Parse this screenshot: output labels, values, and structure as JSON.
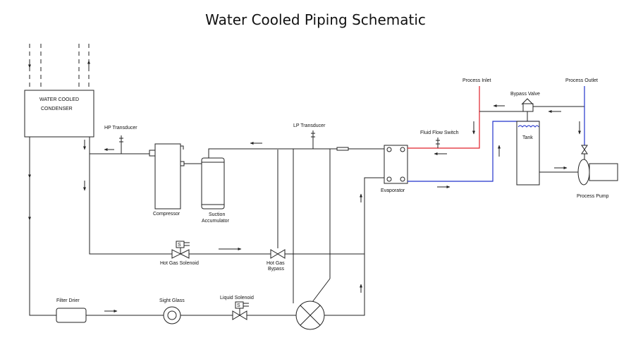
{
  "title": "Water Cooled Piping Schematic",
  "labels": {
    "condenser_line1": "WATER COOLED",
    "condenser_line2": "CONDENSER",
    "hp_transducer": "HP Transducer",
    "lp_transducer": "LP Transducer",
    "compressor": "Compressor",
    "suction_line1": "Suction",
    "suction_line2": "Accumulator",
    "evaporator": "Evaporator",
    "fluid_flow_switch": "Fluid Flow Switch",
    "process_inlet": "Process Inlet",
    "bypass_valve": "Bypass Valve",
    "process_outlet": "Process Outlet",
    "tank": "Tank",
    "process_pump": "Process Pump",
    "hot_gas_solenoid": "Hot Gas Solenoid",
    "hot_gas_bypass_line1": "Hot Gas",
    "hot_gas_bypass_line2": "Bypass",
    "filter_drier": "Filter Drier",
    "sight_glass": "Sight Glass",
    "liquid_solenoid": "Liquid Solenoid",
    "solenoid_marker": "S"
  },
  "colors": {
    "refrigerant_line": "#222222",
    "process_inlet_line": "#e0202a",
    "process_outlet_line": "#2233cc"
  }
}
